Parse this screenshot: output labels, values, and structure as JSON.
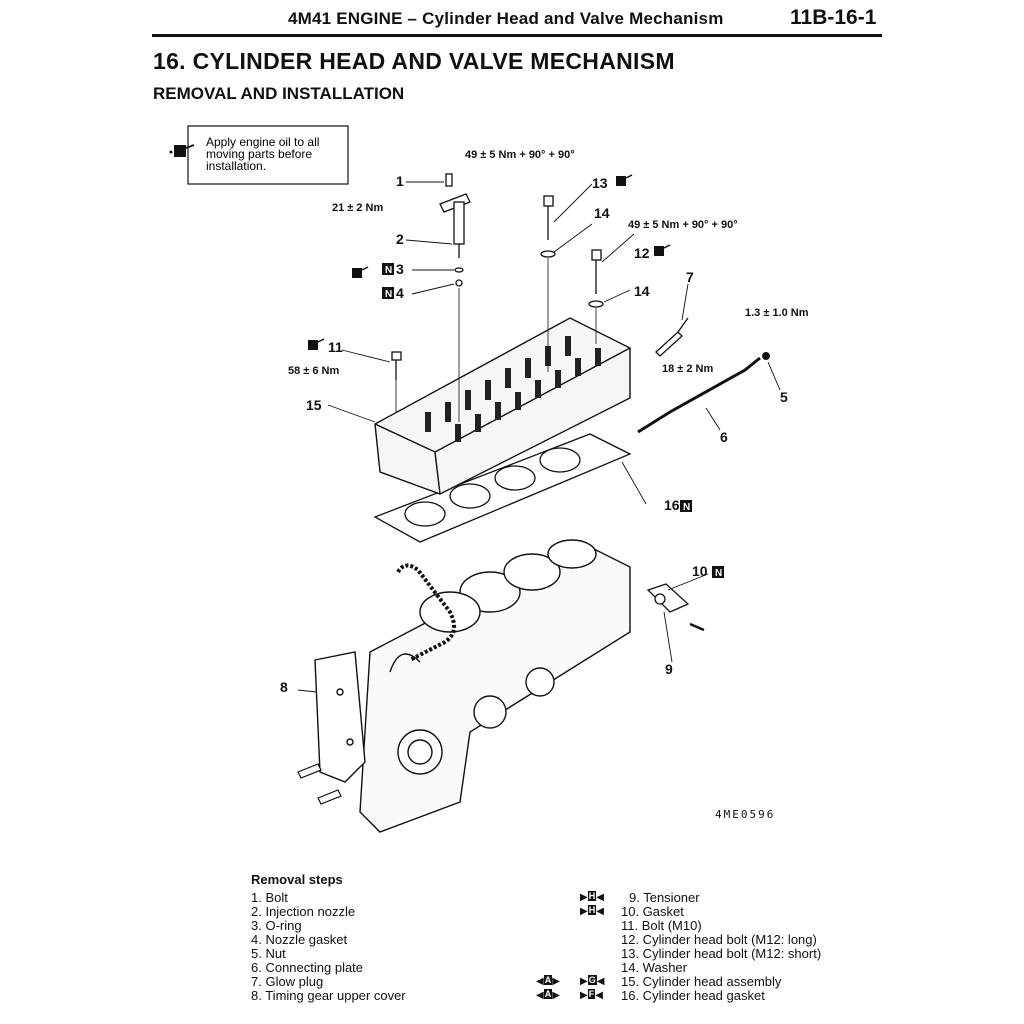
{
  "header": {
    "title": "4M41 ENGINE – Cylinder Head and Valve Mechanism",
    "page_number": "11B-16-1"
  },
  "section": {
    "title": "16. CYLINDER HEAD AND VALVE MECHANISM",
    "subtitle": "REMOVAL AND INSTALLATION"
  },
  "note_box": {
    "line1": "Apply engine oil to all",
    "line2": "moving parts before",
    "line3": "installation."
  },
  "diagram": {
    "figure_code": "4ME0596",
    "callouts": {
      "c1": "1",
      "c2": "2",
      "c3": "3",
      "c4": "4",
      "c5": "5",
      "c6": "6",
      "c7": "7",
      "c8": "8",
      "c9": "9",
      "c10": "10",
      "c11": "11",
      "c12": "12",
      "c13": "13",
      "c14a": "14",
      "c14b": "14",
      "c15": "15",
      "c16": "16"
    },
    "torques": {
      "t1": "21 ± 2 Nm",
      "t13": "49 ± 5 Nm + 90° + 90°",
      "t12": "49 ± 5 Nm + 90° + 90°",
      "t5": "1.3 ± 1.0 Nm",
      "t7": "18 ± 2 Nm",
      "t11": "58 ± 6 Nm"
    },
    "new_part_mark": "N"
  },
  "removal_steps": {
    "heading": "Removal steps",
    "left": [
      "1. Bolt",
      "2. Injection nozzle",
      "3. O-ring",
      "4. Nozzle gasket",
      "5. Nut",
      "6. Connecting plate",
      "7. Glow plug",
      "8. Timing gear upper cover"
    ],
    "right": [
      "9. Tensioner",
      "10. Gasket",
      "11. Bolt (M10)",
      "12. Cylinder head bolt (M12: long)",
      "13. Cylinder head bolt (M12: short)",
      "14. Washer",
      "15. Cylinder head assembly",
      "16. Cylinder head gasket"
    ],
    "marks": {
      "r9": "H",
      "r10": "H",
      "r15a": "A",
      "r15b": "G",
      "r16a": "A",
      "r16b": "F"
    }
  }
}
